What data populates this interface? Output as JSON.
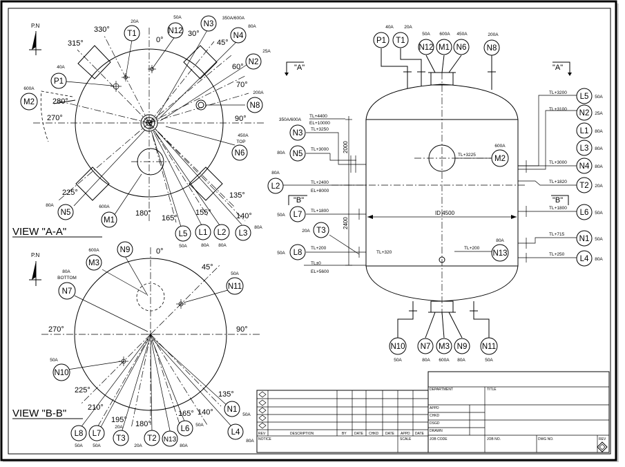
{
  "views": {
    "aa": {
      "title": "VIEW \"A-A\"",
      "north": "P.N",
      "angles": {
        "a0": "0°",
        "a30": "30°",
        "a45": "45°",
        "a60": "60°",
        "a70": "70°",
        "a90": "90°",
        "a135": "135°",
        "a140": "140°",
        "a155": "155°",
        "a165": "165°",
        "a180": "180°",
        "a225": "225°",
        "a270": "270°",
        "a280": "280°",
        "a315": "315°",
        "a330": "330°"
      },
      "nozzles": [
        {
          "tag": "T1",
          "size": "20A"
        },
        {
          "tag": "N12",
          "size": "50A"
        },
        {
          "tag": "N3",
          "size": "350A/600A"
        },
        {
          "tag": "N4",
          "size": "80A"
        },
        {
          "tag": "N2",
          "size": "25A"
        },
        {
          "tag": "N8",
          "size": "200A"
        },
        {
          "tag": "N6",
          "size": "450A",
          "extra": "TOP"
        },
        {
          "tag": "P1",
          "size": "40A"
        },
        {
          "tag": "M2",
          "size": "600A"
        },
        {
          "tag": "N5",
          "size": "80A"
        },
        {
          "tag": "M1",
          "size": "600A"
        },
        {
          "tag": "L5",
          "size": "50A"
        },
        {
          "tag": "L1",
          "size": "80A"
        },
        {
          "tag": "L2",
          "size": "80A"
        },
        {
          "tag": "L3",
          "size": "80A"
        }
      ]
    },
    "bb": {
      "title": "VIEW \"B-B\"",
      "north": "P.N",
      "angles": {
        "a0": "0°",
        "a45": "45°",
        "a90": "90°",
        "a135": "135°",
        "a140": "140°",
        "a165": "165°",
        "a180": "180°",
        "a195": "195°",
        "a210": "210°",
        "a225": "225°",
        "a270": "270°"
      },
      "nozzles": [
        {
          "tag": "N9"
        },
        {
          "tag": "M3",
          "size": "600A"
        },
        {
          "tag": "N7",
          "size": "80A",
          "extra": "BOTTOM"
        },
        {
          "tag": "N11",
          "size": "50A"
        },
        {
          "tag": "N10",
          "size": "50A"
        },
        {
          "tag": "N1",
          "size": "50A"
        },
        {
          "tag": "L4",
          "size": "80A"
        },
        {
          "tag": "L6",
          "size": "50A"
        },
        {
          "tag": "N13",
          "size": "80A"
        },
        {
          "tag": "T2",
          "size": "20A"
        },
        {
          "tag": "T3",
          "size": "20A"
        },
        {
          "tag": "L7",
          "size": "50A"
        },
        {
          "tag": "L8",
          "size": "50A"
        }
      ]
    }
  },
  "elevation": {
    "section_a": "\"A\"",
    "section_b": "\"B\"",
    "top_nozzles": [
      {
        "tag": "P1",
        "size": "40A"
      },
      {
        "tag": "T1",
        "size": "20A"
      },
      {
        "tag": "N12",
        "size": "50A"
      },
      {
        "tag": "M1",
        "size": "600A"
      },
      {
        "tag": "N6",
        "size": "450A"
      },
      {
        "tag": "N8",
        "size": "200A"
      }
    ],
    "bottom_nozzles": [
      {
        "tag": "N10",
        "size": "50A"
      },
      {
        "tag": "N7",
        "size": "80A"
      },
      {
        "tag": "M3",
        "size": "600A"
      },
      {
        "tag": "N9",
        "size": "80A"
      },
      {
        "tag": "N11",
        "size": "50A"
      }
    ],
    "left_nozzles": [
      {
        "tag": "N3",
        "size": "350A/600A",
        "level": "TL+3250"
      },
      {
        "tag": "N5",
        "size": "80A",
        "level": "TL+3000"
      },
      {
        "tag": "L2",
        "size": "80A",
        "level": "TL+2400"
      },
      {
        "tag": "L7",
        "size": "50A",
        "level": "TL+1800"
      },
      {
        "tag": "T3",
        "size": "20A",
        "level": "TL+320"
      },
      {
        "tag": "L8",
        "size": "50A",
        "level": "TL+200"
      }
    ],
    "right_nozzles": [
      {
        "tag": "L5",
        "size": "50A",
        "level": "TL+3200"
      },
      {
        "tag": "N2",
        "size": "25A",
        "level": "TL+3100"
      },
      {
        "tag": "L1",
        "size": "80A"
      },
      {
        "tag": "L3",
        "size": "80A"
      },
      {
        "tag": "N4",
        "size": "80A",
        "level": "TL+3000"
      },
      {
        "tag": "T2",
        "size": "20A",
        "level": "TL+1820"
      },
      {
        "tag": "L6",
        "size": "50A",
        "level": "TL+1800"
      },
      {
        "tag": "N1",
        "size": "50A",
        "level": "TL+715"
      },
      {
        "tag": "L4",
        "size": "80A",
        "level": "TL+250"
      }
    ],
    "internal": [
      {
        "tag": "M2",
        "size": "600A",
        "level": "TL+3225"
      },
      {
        "tag": "N13",
        "size": "80A",
        "level": "TL+200"
      }
    ],
    "levels": {
      "tl4400": "TL+4400",
      "el10000": "EL+10000",
      "el8000": "EL+8000",
      "tl0": "TL±0",
      "el5600": "EL+5600"
    },
    "dims": {
      "d2000": "2000",
      "d2400": "2400",
      "id": "ID 4500"
    }
  },
  "title_block": {
    "rev_headers": [
      "REV",
      "DESCRIPTION",
      "BY",
      "DATE",
      "CHKD",
      "DATE",
      "APPD",
      "DATE"
    ],
    "notice": "NOTICE",
    "scale": "SCALE",
    "department": "DEPARTMENT",
    "title": "TITLE",
    "appd": "APPD",
    "chkd": "CHKD",
    "dsgd": "DSGD",
    "drwn": "DRAWN",
    "job_code": "JOB CODE",
    "job_no": "JOB NO.",
    "dwg_no": "DWG NO.",
    "rev": "REV"
  }
}
